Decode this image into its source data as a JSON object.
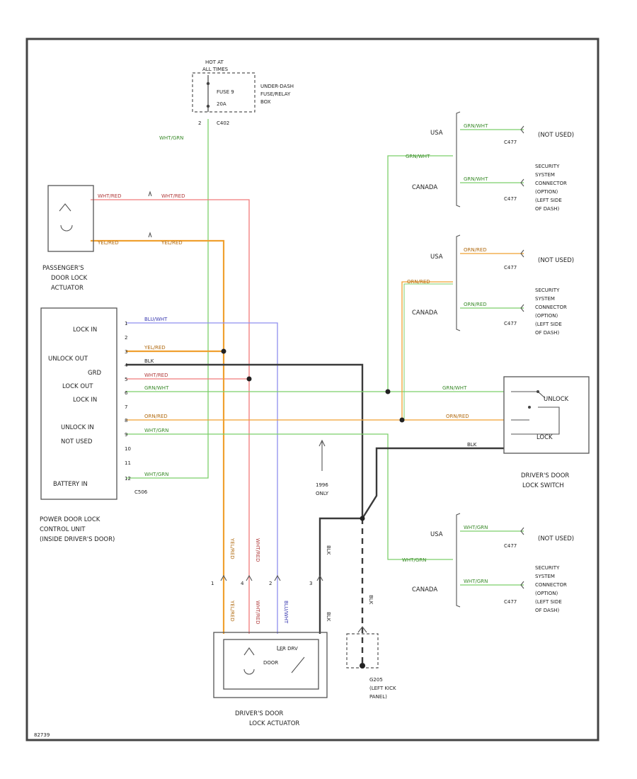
{
  "colors": {
    "green": "#7ccf6a",
    "red": "#f07a7a",
    "orange": "#f0a030",
    "yellow": "#f2d24a",
    "blue": "#8f8fef",
    "black": "#3a3a3a",
    "gray": "#555555",
    "dark_green": "#3a8a2a",
    "dark_orange": "#b06a10",
    "dark_red": "#b03a3a",
    "dark_blue": "#3a3ab0"
  },
  "fuse_box": {
    "hot_at": "HOT AT",
    "times": "ALL TIMES",
    "fuse": "FUSE 9",
    "amps": "20A",
    "location": [
      "UNDER-DASH",
      "FUSE/RELAY",
      "BOX"
    ],
    "connector": "C402",
    "pin": "2",
    "wire": "WHT/GRN"
  },
  "passenger_actuator": {
    "label": [
      "PASSENGER'S",
      "DOOR LOCK",
      "ACTUATOR"
    ],
    "wire_top_left": "WHT/RED",
    "wire_top_right": "WHT/RED",
    "wire_bot_left": "YEL/RED",
    "wire_bot_right": "YEL/RED"
  },
  "control_unit": {
    "label": [
      "POWER DOOR LOCK",
      "CONTROL UNIT",
      "(INSIDE DRIVER'S DOOR)"
    ],
    "connector": "C506",
    "terminals": [
      "LOCK IN",
      "UNLOCK OUT",
      "GRD",
      "LOCK OUT",
      "LOCK IN",
      "UNLOCK IN",
      "NOT USED",
      "BATTERY IN"
    ],
    "pins": [
      "1",
      "2",
      "3",
      "4",
      "5",
      "6",
      "7",
      "8",
      "9",
      "10",
      "11",
      "12"
    ],
    "wires": [
      "BLU/WHT",
      "YEL/RED",
      "BLK",
      "WHT/RED",
      "GRN/WHT",
      "ORN/RED",
      "WHT/GRN",
      "WHT/GRN"
    ]
  },
  "security_groups": [
    {
      "main_wire": "GRN/WHT",
      "usa": "USA",
      "usa_wire": "GRN/WHT",
      "usa_conn": "C477",
      "usa_note": "(NOT USED)",
      "canada": "CANADA",
      "canada_wire": "GRN/WHT",
      "canada_conn": "C477",
      "canada_note": [
        "SECURITY",
        "SYSTEM",
        "CONNECTOR",
        "(OPTION)",
        "(LEFT SIDE",
        "OF DASH)"
      ]
    },
    {
      "main_wire": "ORN/RED",
      "usa": "USA",
      "usa_wire": "ORN/RED",
      "usa_conn": "C477",
      "usa_note": "(NOT USED)",
      "canada": "CANADA",
      "canada_wire": "ORN/RED",
      "canada_conn": "C477",
      "canada_note": [
        "SECURITY",
        "SYSTEM",
        "CONNECTOR",
        "(OPTION)",
        "(LEFT SIDE",
        "OF DASH)"
      ]
    },
    {
      "main_wire": "WHT/GRN",
      "usa": "USA",
      "usa_wire": "WHT/GRN",
      "usa_conn": "C477",
      "usa_note": "(NOT USED)",
      "canada": "CANADA",
      "canada_wire": "WHT/GRN",
      "canada_conn": "C477",
      "canada_note": [
        "SECURITY",
        "SYSTEM",
        "CONNECTOR",
        "(OPTION)",
        "(LEFT SIDE",
        "OF DASH)"
      ]
    }
  ],
  "driver_switch": {
    "label": [
      "DRIVER'S DOOR",
      "LOCK SWITCH"
    ],
    "unlock": "UNLOCK",
    "lock": "LOCK",
    "wire_green": "GRN/WHT",
    "wire_orange": "ORN/RED",
    "wire_black": "BLK"
  },
  "driver_actuator": {
    "label": [
      "DRIVER'S DOOR",
      "LOCK ACTUATOR"
    ],
    "pins": [
      "1",
      "4",
      "2",
      "3"
    ],
    "wires": [
      "YEL/RED",
      "WHT/RED",
      "BLU/WHT",
      "BLK"
    ],
    "switch_text": [
      "FR DRV",
      "DOOR"
    ]
  },
  "ground": {
    "label": [
      "G205",
      "(LEFT KICK",
      "PANEL)"
    ],
    "wire": "BLK"
  },
  "note_1996": [
    "1996",
    "ONLY"
  ],
  "figure_id": "82739"
}
